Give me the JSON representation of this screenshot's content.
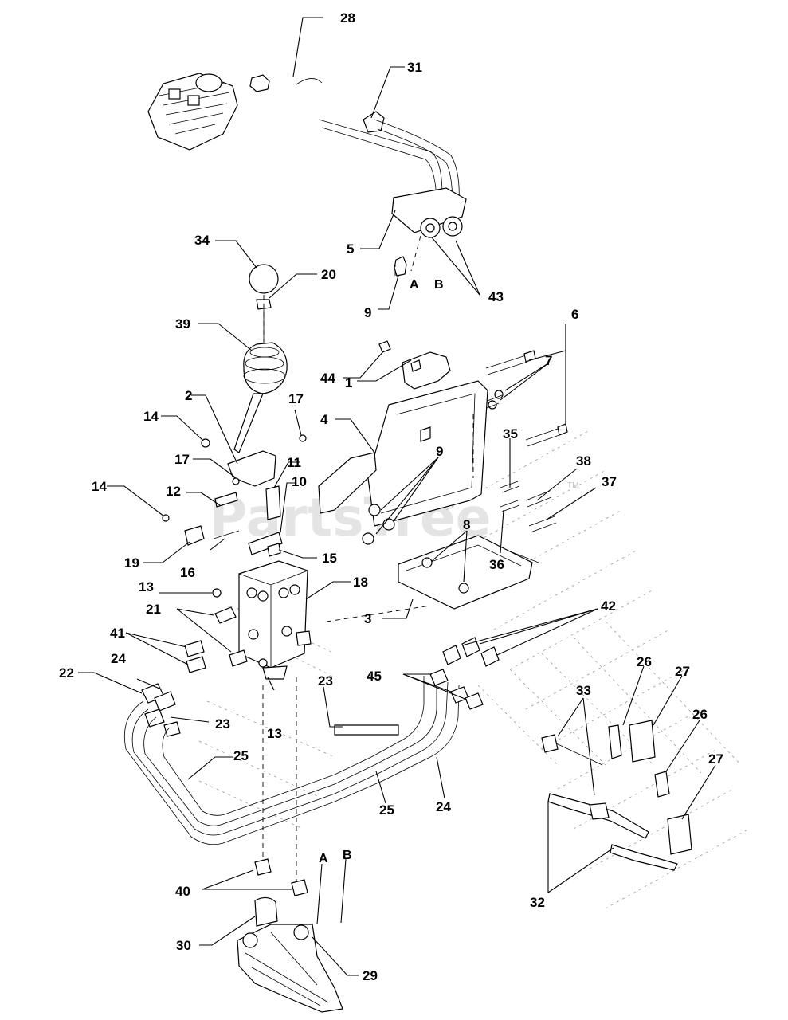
{
  "watermark": {
    "text": "PartsTree",
    "trademark": "TM"
  },
  "ports": {
    "upper_a": "A",
    "upper_b": "B",
    "lower_a": "A",
    "lower_b": "B"
  },
  "callouts": {
    "c1": "1",
    "c2": "2",
    "c3": "3",
    "c4": "4",
    "c5": "5",
    "c6": "6",
    "c7": "7",
    "c8": "8",
    "c9_upper": "9",
    "c9_mid": "9",
    "c10": "10",
    "c11": "11",
    "c12": "12",
    "c13_upper": "13",
    "c13_lower": "13",
    "c14_upper": "14",
    "c14_lower": "14",
    "c15": "15",
    "c16": "16",
    "c17_upper": "17",
    "c17_lower": "17",
    "c18": "18",
    "c19": "19",
    "c20": "20",
    "c21": "21",
    "c22": "22",
    "c23_upper": "23",
    "c23_left": "23",
    "c24_left": "24",
    "c24_right": "24",
    "c25_left": "25",
    "c25_right": "25",
    "c26_upper": "26",
    "c26_lower": "26",
    "c27_upper": "27",
    "c27_lower": "27",
    "c28": "28",
    "c29": "29",
    "c30": "30",
    "c31": "31",
    "c32": "32",
    "c33": "33",
    "c34": "34",
    "c35": "35",
    "c36": "36",
    "c37": "37",
    "c38": "38",
    "c39": "39",
    "c40": "40",
    "c41": "41",
    "c42": "42",
    "c43": "43",
    "c44": "44",
    "c45": "45"
  }
}
